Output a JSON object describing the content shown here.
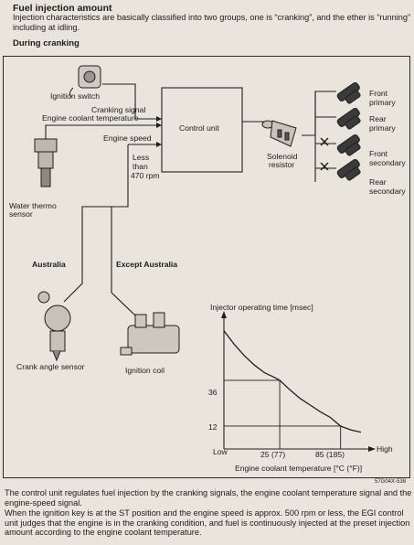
{
  "title": "Fuel injection amount",
  "intro": "Injection characteristics are basically classified into two groups, one is “cranking”, and the ether is “running” including at idling.",
  "section_heading": "During cranking",
  "diagram": {
    "ignition_switch": "Ignition switch",
    "cranking_signal": "Cranking signal",
    "engine_coolant_temperature": "Engine coolant temperature",
    "engine_speed": "Engine speed",
    "less_than": "Less",
    "than": "than",
    "rpm": "470 rpm",
    "control_unit": "Control unit",
    "solenoid_resistor_1": "Solenoid",
    "solenoid_resistor_2": "resistor",
    "water_thermo_1": "Water thermo",
    "water_thermo_2": "sensor",
    "australia": "Australia",
    "except_australia": "Except Australia",
    "crank_angle_sensor": "Crank angle sensor",
    "ignition_coil": "Ignition coil",
    "injectors": [
      {
        "line1": "Front",
        "line2": "primary",
        "disabled": false
      },
      {
        "line1": "Rear",
        "line2": "primary",
        "disabled": false
      },
      {
        "line1": "Front",
        "line2": "secondary",
        "disabled": true
      },
      {
        "line1": "Rear",
        "line2": "secondary",
        "disabled": true
      }
    ],
    "figure_code": "57G04X-538"
  },
  "chart_data": {
    "type": "line",
    "ylabel": "Injector operating time [msec]",
    "xlabel": "Engine coolant temperature [°C (°F)]",
    "x_tick_labels": [
      "Low",
      "25 (77)",
      "85 (185)",
      "High"
    ],
    "y_tick_labels": [
      "36",
      "12"
    ],
    "series": [
      {
        "x": [
          -30,
          -20,
          -10,
          0,
          10,
          20,
          25,
          35,
          45,
          55,
          65,
          75,
          85,
          95,
          105
        ],
        "y": [
          62,
          55,
          49,
          44,
          40,
          37.5,
          36,
          31,
          26.5,
          23,
          19.5,
          16.5,
          12,
          10,
          8.8
        ]
      }
    ],
    "reference_points": [
      {
        "x": 25,
        "y": 36
      },
      {
        "x": 85,
        "y": 12
      }
    ],
    "xlim": [
      -30,
      115
    ],
    "ylim": [
      0,
      70
    ],
    "grid": false
  },
  "paragraph_1": "The control unit regulates fuel injection by the cranking signals, the engine coolant temperature signal and the engine-speed signal.",
  "paragraph_2": "When the ignition key is at the ST position and the engine speed is approx. 500 rpm or less, the EGI control unit judges that the engine is in the cranking condition, and fuel is continuously injected at the preset injection amount according to the engine coolant temperature."
}
